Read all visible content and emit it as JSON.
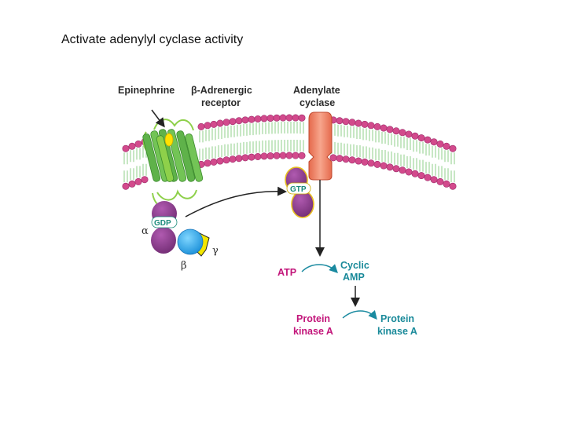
{
  "slide": {
    "title": "Activate adenylyl cyclase activity"
  },
  "labels": {
    "epinephrine": "Epinephrine",
    "receptor_line1": "β-Adrenergic",
    "receptor_line2": "receptor",
    "adenylate_line1": "Adenylate",
    "adenylate_line2": "cyclase",
    "gtp": "GTP",
    "gdp": "GDP",
    "alpha": "α",
    "beta": "β",
    "gamma": "γ",
    "atp": "ATP",
    "camp_line1": "Cyclic",
    "camp_line2": "AMP",
    "pka_inactive_line1": "Protein",
    "pka_inactive_line2": "kinase A",
    "pka_active_line1": "Protein",
    "pka_active_line2": "kinase A"
  },
  "colors": {
    "membrane_head": "#d24a8c",
    "membrane_tail": "#8fcf8a",
    "receptor": "#6fbf3f",
    "epinephrine": "#ffe100",
    "cyclase": "#f08a6e",
    "g_alpha": "#8a3a8c",
    "g_beta": "#2aa8e8",
    "g_gamma": "#f2e600",
    "inactive_text": "#c2157a",
    "active_text": "#1a8a9a"
  }
}
